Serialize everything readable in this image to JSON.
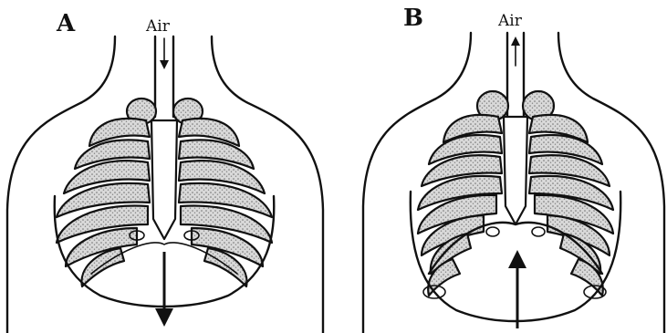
{
  "panels": [
    {
      "id": "A",
      "label": "A",
      "air_label": "Air",
      "air_flow": "in",
      "diaphragm_movement": "down"
    },
    {
      "id": "B",
      "label": "B",
      "air_label": "Air",
      "air_flow": "out",
      "diaphragm_movement": "up"
    }
  ],
  "colors": {
    "ink": "#111111",
    "stipple": "#8a8a8a",
    "background": "#ffffff"
  }
}
